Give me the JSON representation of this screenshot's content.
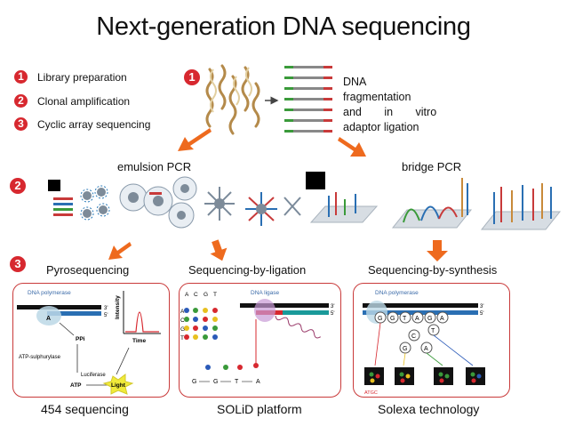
{
  "title": "Next-generation DNA sequencing",
  "steps": [
    {
      "num": "1",
      "label": "Library preparation"
    },
    {
      "num": "2",
      "label": "Clonal amplification"
    },
    {
      "num": "3",
      "label": "Cyclic array sequencing"
    }
  ],
  "section_badges": {
    "one": "1",
    "two": "2",
    "three": "3"
  },
  "library_desc": [
    "DNA",
    "fragmentation",
    "and in vitro",
    "adaptor ligation"
  ],
  "amplification": {
    "left": "emulsion PCR",
    "right": "bridge PCR"
  },
  "methods": [
    "Pyrosequencing",
    "Sequencing-by-ligation",
    "Sequencing-by-synthesis"
  ],
  "platforms": [
    "454 sequencing",
    "SOLiD platform",
    "Solexa technology"
  ],
  "panel_454": {
    "enzyme": "DNA polymerase",
    "prime3": "3'",
    "prime5": "5'",
    "base": "A",
    "ppi": "PPi",
    "sulfurylase": "ATP-sulphurylase",
    "luciferase": "Luciferase",
    "atp": "ATP",
    "light": "Light",
    "y_axis": "Intensity",
    "x_axis": "Time"
  },
  "panel_solid": {
    "enzyme": "DNA ligase",
    "top_bases": [
      "A",
      "C",
      "G",
      "T"
    ],
    "side_bases": [
      "A",
      "C",
      "G",
      "T"
    ],
    "prime3": "3'",
    "prime5": "5'",
    "readout": [
      "G",
      "G",
      "T",
      "A"
    ]
  },
  "panel_solexa": {
    "enzyme": "DNA polymerase",
    "template": [
      "G",
      "G",
      "T",
      "A",
      "G",
      "A"
    ],
    "prime3": "3'",
    "prime5": "5'",
    "free": [
      "C",
      "T",
      "G",
      "A"
    ],
    "logo": "ATGC"
  },
  "colors": {
    "accent_red": "#d7282f",
    "arrow_orange": "#ee6a1e",
    "panel_border": "#c93a3a"
  }
}
